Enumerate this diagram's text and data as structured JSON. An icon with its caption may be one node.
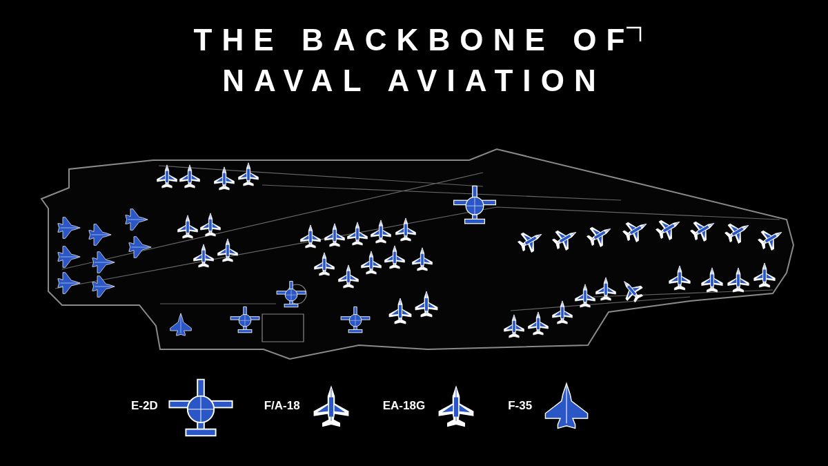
{
  "diagram": {
    "title": "THE BACKBONE OF NAVAL AVIATION",
    "legend": [
      {
        "text": "E-2D"
      },
      {
        "text": "F/A-18"
      },
      {
        "text": "EA-18G"
      },
      {
        "text": "F-35"
      }
    ]
  }
}
